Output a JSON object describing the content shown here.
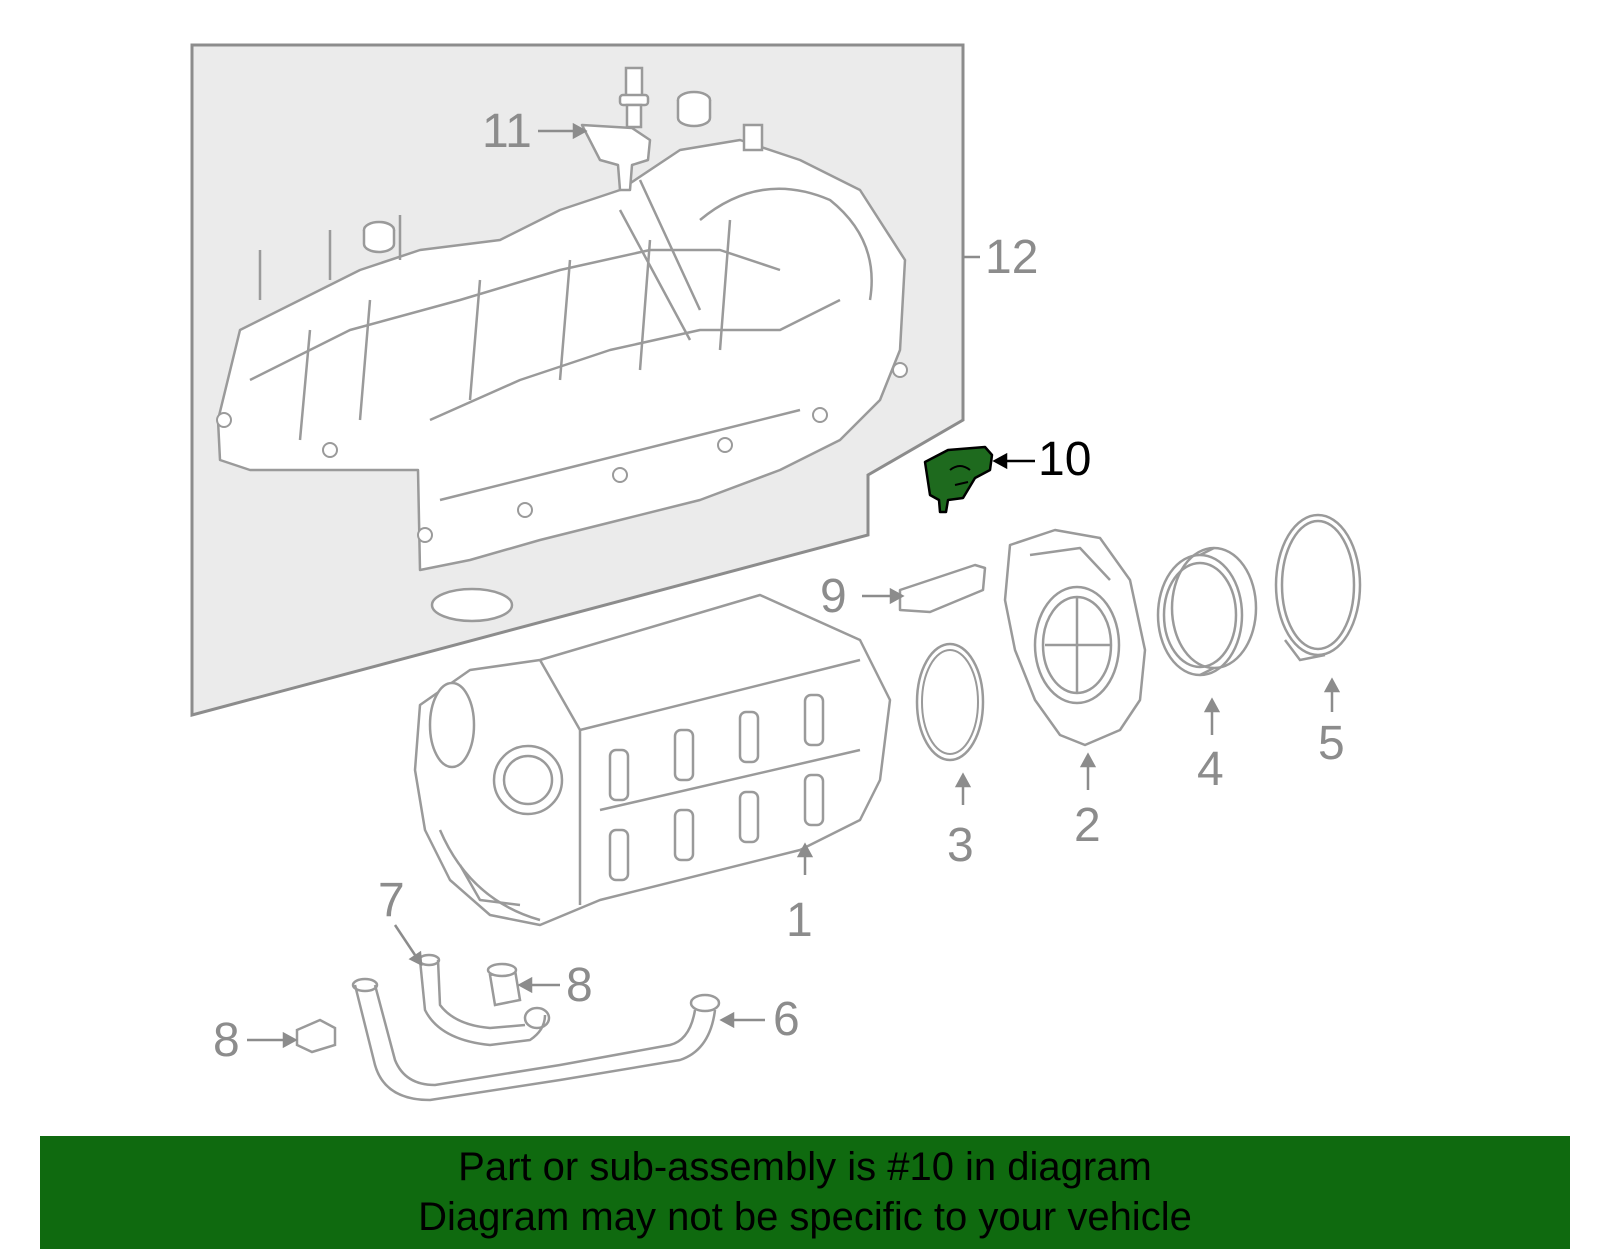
{
  "callouts": {
    "c1": "1",
    "c2": "2",
    "c3": "3",
    "c4": "4",
    "c5": "5",
    "c6": "6",
    "c7": "7",
    "c8a": "8",
    "c8b": "8",
    "c9": "9",
    "c10": "10",
    "c11": "11",
    "c12": "12"
  },
  "highlight_part": "10",
  "colors": {
    "line_art": "#9a9a9a",
    "label_text": "#8c8c8c",
    "panel_fill": "#ebebeb",
    "highlight_fill": "#1e6a1e",
    "banner_bg": "#0f6a0f",
    "banner_text": "#000000"
  },
  "banner": {
    "line1": "Part or sub-assembly is #10 in diagram",
    "line2": "Diagram may not be specific to your vehicle"
  }
}
